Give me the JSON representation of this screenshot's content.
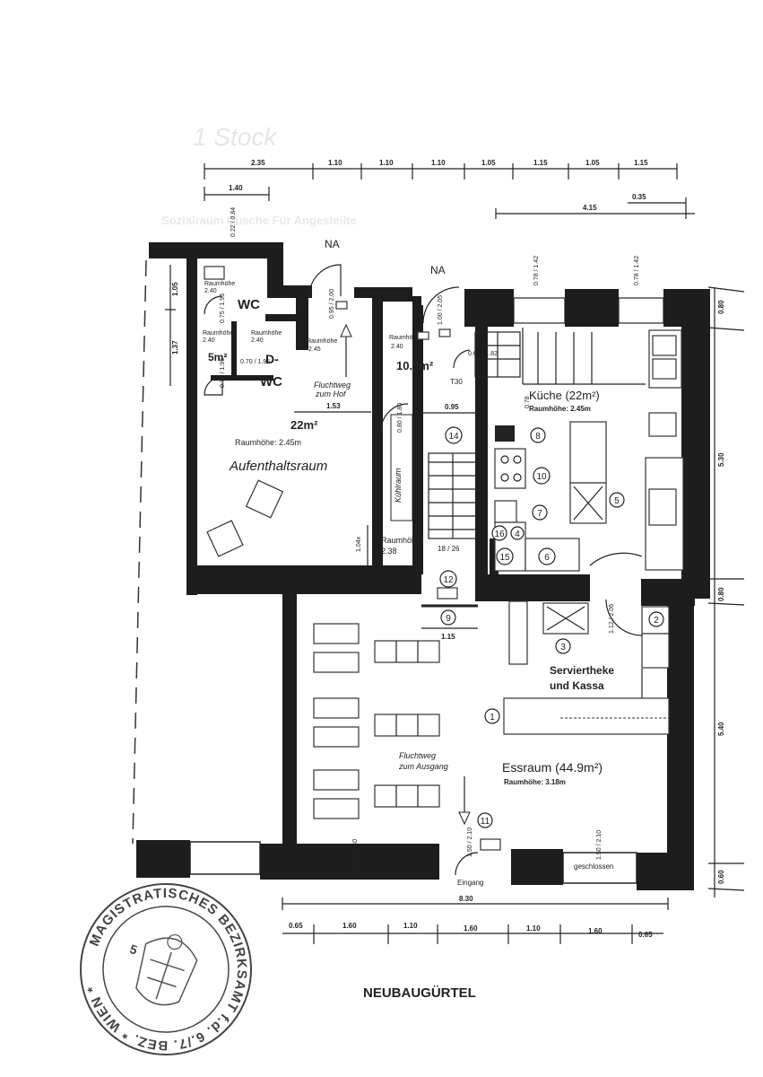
{
  "faded_heading": "1 Stock",
  "faded_subheading": "Sozialraum Dusche Für Angestellte",
  "top_dimensions": [
    "2.35",
    "1.10",
    "1.10",
    "1.10",
    "1.05",
    "1.15",
    "1.05",
    "1.15"
  ],
  "top_dimensions_lower": [
    "1.40",
    "4.15",
    "0.35"
  ],
  "bottom_total": "8.30",
  "bottom_dimensions": [
    "0.65",
    "1.60",
    "1.10",
    "1.60",
    "1.10",
    "1.60",
    "0.65"
  ],
  "right_dimensions": [
    "0.80",
    "5.30",
    "0.80",
    "5.40",
    "0.60"
  ],
  "left_dimensions": [
    "1.05",
    "1.37"
  ],
  "rooms": {
    "aufenthalt": {
      "area": "22m²",
      "name": "Aufenthaltsraum",
      "height": "Raumhöhe: 2.45m"
    },
    "wc_area": "5m²",
    "storage": {
      "area": "10.9m²",
      "height_label": "Raumhöhe",
      "height": "2.40"
    },
    "kueche": {
      "name": "Küche (22m²)",
      "height": "Raumhöhe: 2.45m"
    },
    "essraum": {
      "name": "Essraum (44.9m²)",
      "height": "Raumhöhe: 3.18m"
    },
    "stair_hall": {
      "height_label": "Raumhöhe",
      "height": "2.38"
    },
    "kuehlraum": "Kühlraum"
  },
  "labels": {
    "na1": "NA",
    "na2": "NA",
    "wc1": "WC",
    "wc2": "WC",
    "d": "D-",
    "flucht_hof_1": "Fluchtweg",
    "flucht_hof_2": "zum Hof",
    "flucht_aus_1": "Fluchtweg",
    "flucht_aus_2": "zum Ausgang",
    "servier_1": "Serviertheke",
    "servier_2": "und Kassa",
    "eingang": "Eingang",
    "geschlossen": "geschlossen",
    "t30": "T30",
    "street": "NEUBAUGÜRTEL"
  },
  "small_labels": {
    "wc_h1": "Raumhöhe",
    "wc_h1v": "2.40",
    "wc_h2": "Raumhöhe",
    "wc_h2v": "2.40",
    "wc_h3": "Raumhöhe",
    "wc_h3v": "2.40",
    "hall_h": "Raumhöhe",
    "hall_hv": "2.45"
  },
  "door_dims": {
    "d1": "0.95 / 2.00",
    "d2": "1.00 / 2.05",
    "d3": "0.80 / 1.80",
    "d4": "0.65 / 1.82",
    "d5": "0.78",
    "d6": "1.12 / 2.06",
    "d7": "1.50 / 2.10",
    "d8": "1.50 / 2.40",
    "d9": "1.50 / 2.10",
    "d10": "0.70 / 1.95",
    "d11": "0.75 / 1.95",
    "d12": "0.75 / 1.95",
    "d13": "0.22 / 0.84",
    "d14": "0.78 / 1.42",
    "d15": "0.78 / 1.42",
    "d16": "1.04x",
    "w153": "1.53",
    "w095": "0.95",
    "w115": "1.15",
    "stairs": "18 / 26"
  },
  "markers": [
    "1",
    "2",
    "3",
    "4",
    "5",
    "6",
    "7",
    "8",
    "9",
    "10",
    "11",
    "12",
    "14",
    "15",
    "16"
  ],
  "stamp": {
    "ring": "MAGISTRATISCHES BEZIRKSAMT f.d. 6./7. BEZ. * WIEN *",
    "center": "5"
  }
}
